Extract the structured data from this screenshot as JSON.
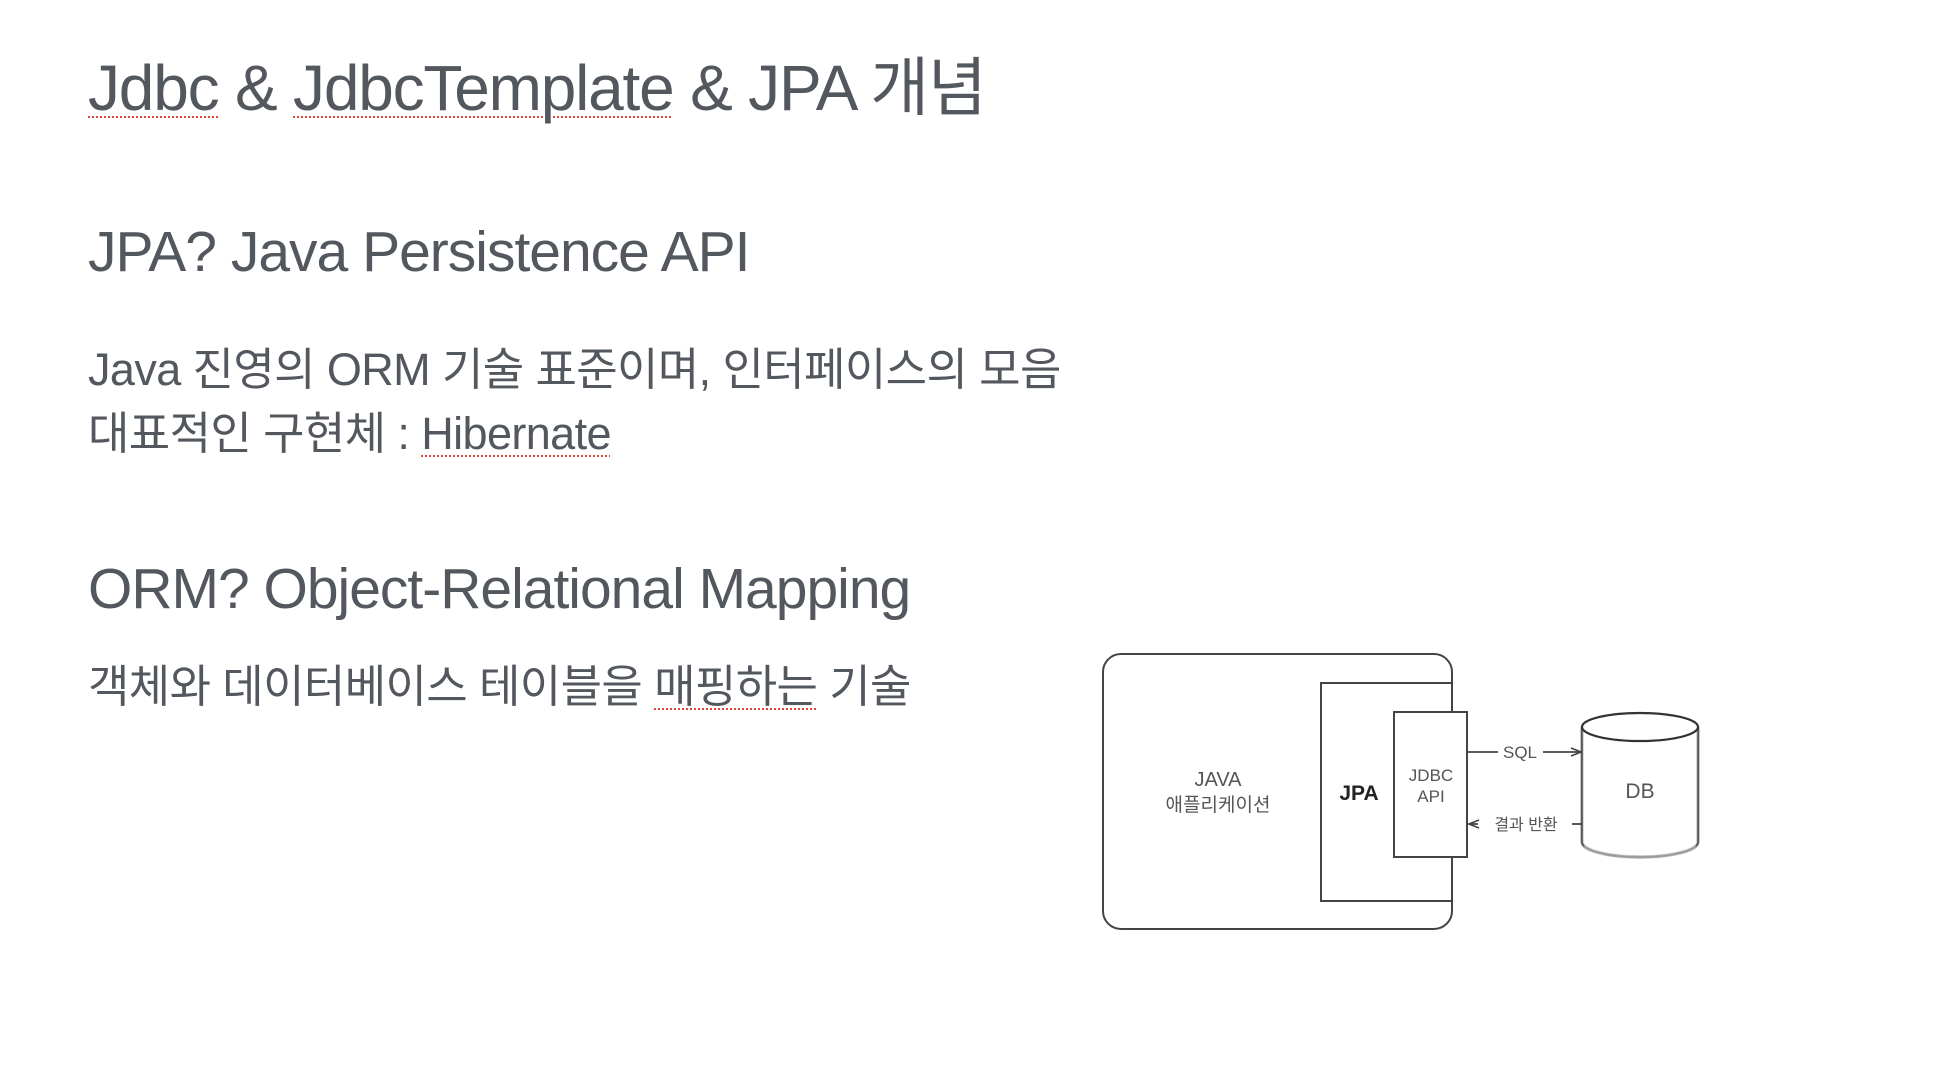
{
  "slide": {
    "title": {
      "parts": [
        "Jdbc",
        " & ",
        "JdbcTemplate",
        " & JPA 개념"
      ],
      "spellcheck_flagged": [
        "Jdbc",
        "JdbcTemplate"
      ]
    },
    "sections": [
      {
        "heading": "JPA? Java Persistence API",
        "lines": [
          {
            "text": "Java 진영의 ORM 기술 표준이며, 인터페이스의 모음"
          },
          {
            "prefix": "대표적인 구현체 : ",
            "flagged": "Hibernate"
          }
        ]
      },
      {
        "heading": "ORM? Object-Relational Mapping",
        "lines": [
          {
            "prefix": "객체와 데이터베이스 테이블을 ",
            "flagged": "매핑하는",
            "suffix": " 기술"
          }
        ]
      }
    ],
    "diagram": {
      "app_label_line1": "JAVA",
      "app_label_line2": "애플리케이션",
      "jpa_label": "JPA",
      "jdbc_label_line1": "JDBC",
      "jdbc_label_line2": "API",
      "sql_label": "SQL",
      "result_label": "결과 반환",
      "db_label": "DB"
    },
    "colors": {
      "text": "#53575e",
      "spellcheck_underline": "#e0443a",
      "diagram_stroke": "#333333"
    }
  }
}
